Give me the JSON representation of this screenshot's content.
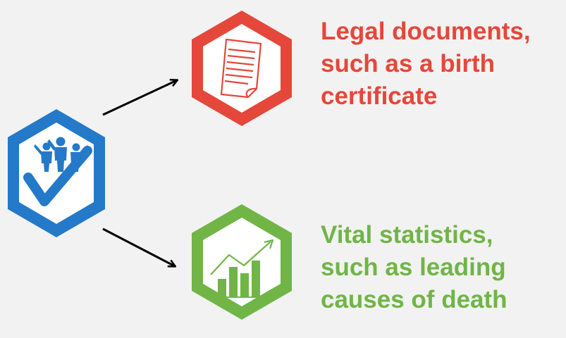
{
  "diagram": {
    "colors": {
      "background": "#f2f2f2",
      "blue": "#2479c9",
      "red": "#e5473a",
      "green": "#70b546",
      "arrow": "#000000"
    },
    "center_node": {
      "icon": "people-checkmark-icon",
      "color": "#2479c9"
    },
    "legal_node": {
      "icon": "document-icon",
      "color": "#e5473a",
      "label_lines": [
        "Legal documents,",
        "such as a birth",
        "certificate"
      ]
    },
    "vital_node": {
      "icon": "bar-chart-trend-icon",
      "color": "#70b546",
      "label_lines": [
        "Vital statistics,",
        "such as leading",
        "causes of death"
      ]
    }
  }
}
